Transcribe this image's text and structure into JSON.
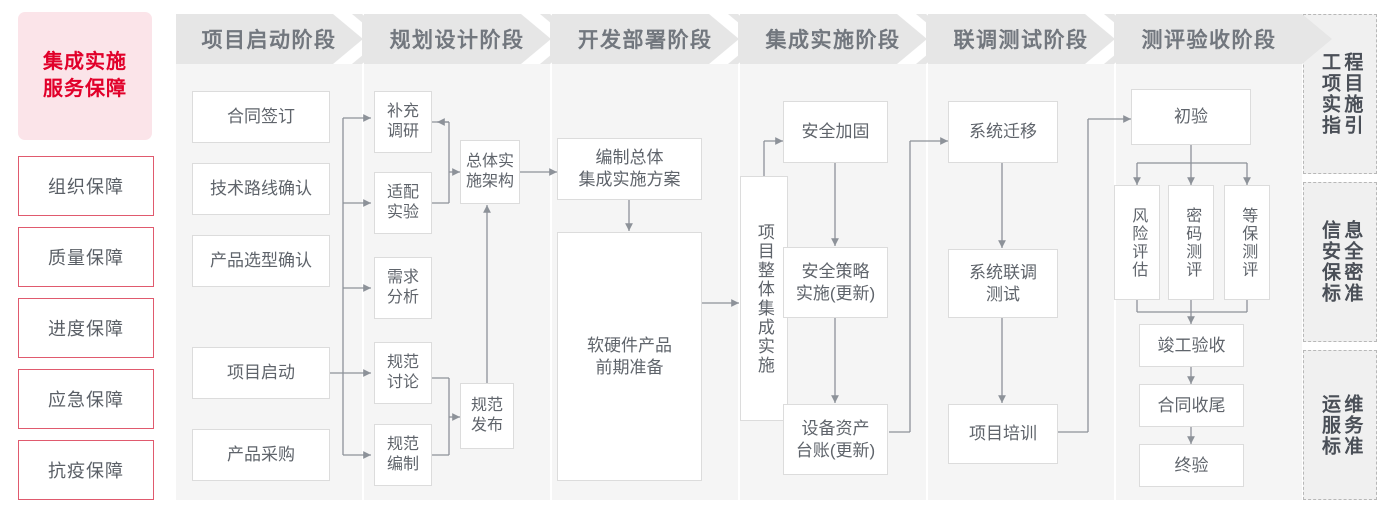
{
  "sidebar": {
    "title": "集成实施\n服务保障",
    "title_line1": "集成实施",
    "title_line2": "服务保障",
    "items": [
      {
        "label": "组织保障"
      },
      {
        "label": "质量保障"
      },
      {
        "label": "进度保障"
      },
      {
        "label": "应急保障"
      },
      {
        "label": "抗疫保障"
      }
    ]
  },
  "stages": [
    {
      "id": "start",
      "title": "项目启动阶段"
    },
    {
      "id": "plan",
      "title": "规划设计阶段"
    },
    {
      "id": "deploy",
      "title": "开发部署阶段"
    },
    {
      "id": "integrate",
      "title": "集成实施阶段"
    },
    {
      "id": "test",
      "title": "联调测试阶段"
    },
    {
      "id": "accept",
      "title": "测评验收阶段"
    }
  ],
  "nodes": {
    "start": [
      {
        "label": "合同签订"
      },
      {
        "label": "技术路线确认"
      },
      {
        "label": "产品选型确认"
      },
      {
        "label": "项目启动"
      },
      {
        "label": "产品采购"
      }
    ],
    "plan": [
      {
        "label": "补充\n调研"
      },
      {
        "label": "适配\n实验"
      },
      {
        "label": "需求\n分析"
      },
      {
        "label": "规范\n讨论"
      },
      {
        "label": "规范\n编制"
      },
      {
        "label": "总体实\n施架构"
      },
      {
        "label": "规范\n发布"
      }
    ],
    "deploy": [
      {
        "label": "编制总体\n集成实施方案"
      },
      {
        "label": "软硬件产品\n前期准备"
      }
    ],
    "integrate": [
      {
        "label": "项目整体集成实施"
      },
      {
        "label": "安全加固"
      },
      {
        "label": "安全策略\n实施(更新)"
      },
      {
        "label": "设备资产\n台账(更新)"
      }
    ],
    "test": [
      {
        "label": "系统迁移"
      },
      {
        "label": "系统联调\n测试"
      },
      {
        "label": "项目培训"
      }
    ],
    "accept": [
      {
        "label": "初验"
      },
      {
        "label": "风险评估"
      },
      {
        "label": "密码测评"
      },
      {
        "label": "等保测评"
      },
      {
        "label": "竣工验收"
      },
      {
        "label": "合同收尾"
      },
      {
        "label": "终验"
      }
    ]
  },
  "right_panels": [
    {
      "right_col": "程目施引",
      "left_col": "工项实指",
      "full": "工程项目实施指引"
    },
    {
      "right_col": "息全密准",
      "left_col": "信安保标",
      "full": "信息安全保密标准"
    },
    {
      "right_col": "维务准",
      "left_col": "运服标",
      "full": "运维服务标准"
    }
  ],
  "colors": {
    "accent_red": "#e1002a",
    "accent_border": "#e05a6e",
    "title_bg": "#fbe4e9",
    "stage_head_bg": "#e6e6e6",
    "stage_body_bg": "#f5f5f5",
    "node_border": "#dcdcdc",
    "text_gray": "#5f646b",
    "wire": "#8d9299"
  }
}
